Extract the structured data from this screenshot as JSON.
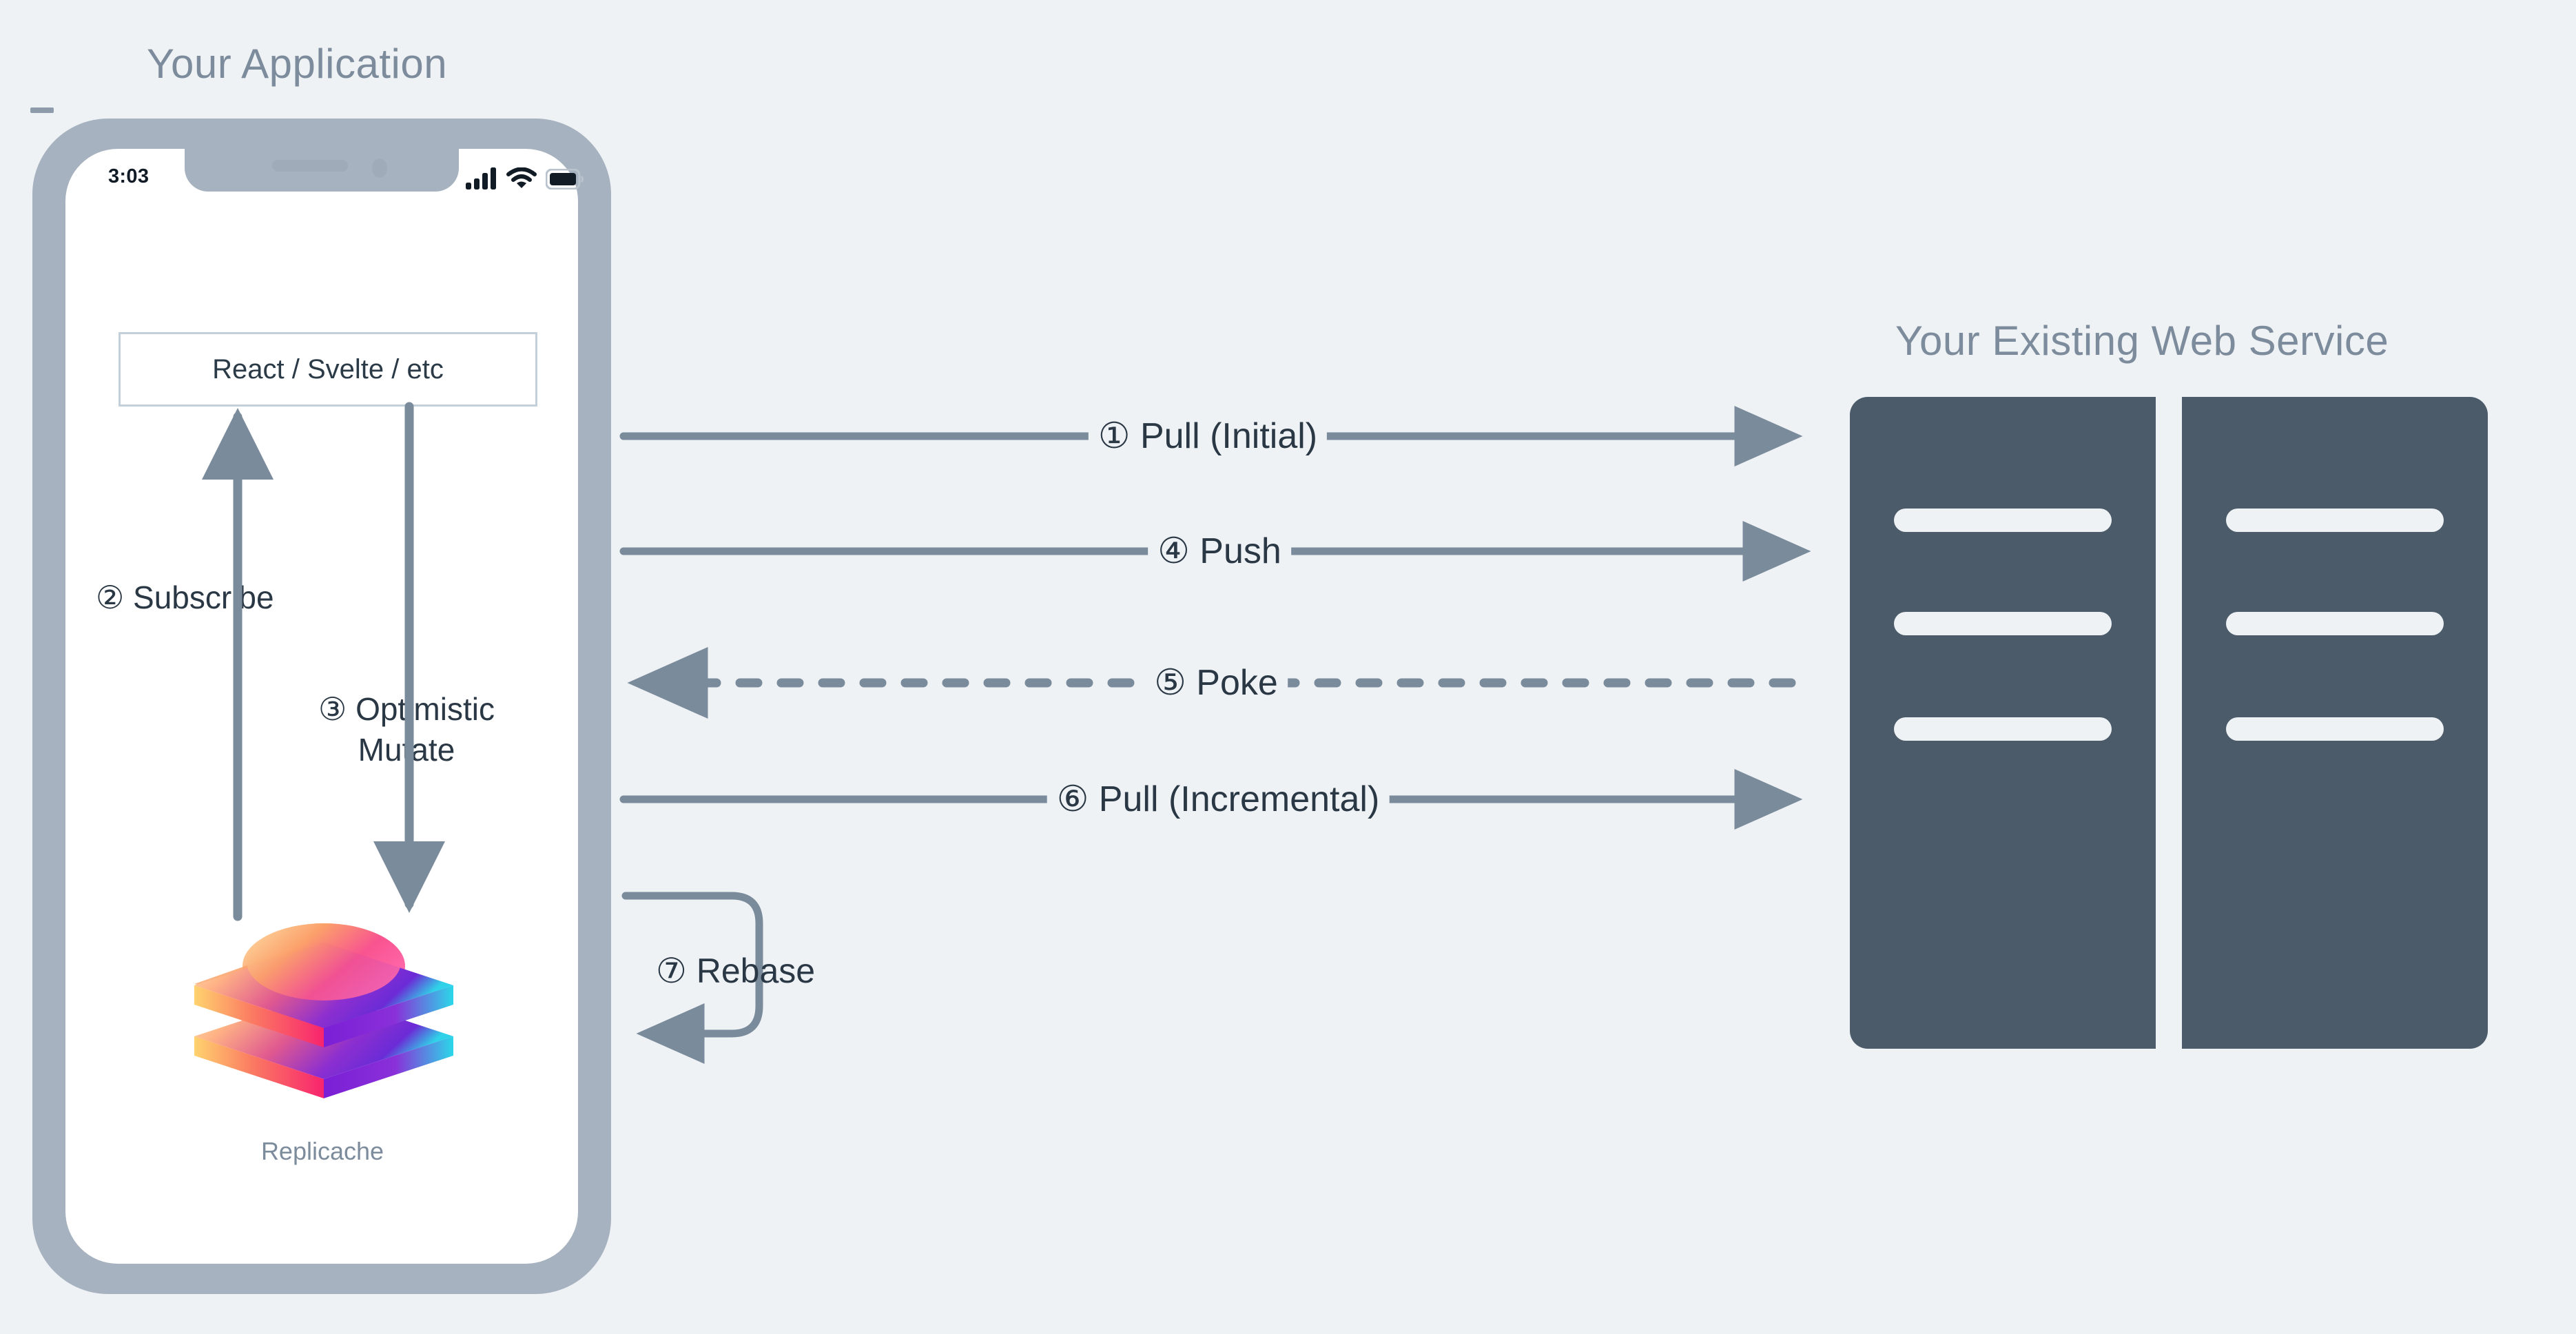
{
  "background_color": "#eff2f5",
  "colors": {
    "title": "#7d8c9c",
    "text": "#2a3744",
    "arrow": "#7a8b9b",
    "server": "#4c5b6a",
    "phone_frame": "#a6b2bf",
    "box_border": "#c3cfd9"
  },
  "left_panel": {
    "title": "Your Application",
    "phone": {
      "status_bar": {
        "time": "3:03",
        "icons": [
          "cellular-signal-icon",
          "wifi-icon",
          "battery-icon"
        ]
      },
      "ui_box_label": "React / Svelte / etc",
      "local_steps": [
        {
          "number": "②",
          "label": "Subscribe"
        },
        {
          "number": "③",
          "label_line1": "Optimistic",
          "label_line2": "Mutate"
        }
      ],
      "store": {
        "name": "Replicache",
        "logo": "replicache-layers-logo"
      }
    }
  },
  "right_panel": {
    "title": "Your Existing Web Service",
    "servers": [
      {
        "name": "server-unit-left",
        "bars": 3
      },
      {
        "name": "server-unit-right",
        "bars": 3
      }
    ]
  },
  "flows": [
    {
      "id": "pull-initial",
      "number": "①",
      "label": "Pull (Initial)",
      "direction": "right",
      "style": "solid"
    },
    {
      "id": "push",
      "number": "④",
      "label": "Push",
      "direction": "right",
      "style": "solid"
    },
    {
      "id": "poke",
      "number": "⑤",
      "label": "Poke",
      "direction": "left",
      "style": "dashed"
    },
    {
      "id": "pull-incremental",
      "number": "⑥",
      "label": "Pull (Incremental)",
      "direction": "right",
      "style": "solid"
    },
    {
      "id": "rebase",
      "number": "⑦",
      "label": "Rebase",
      "direction": "loop",
      "style": "solid"
    }
  ]
}
